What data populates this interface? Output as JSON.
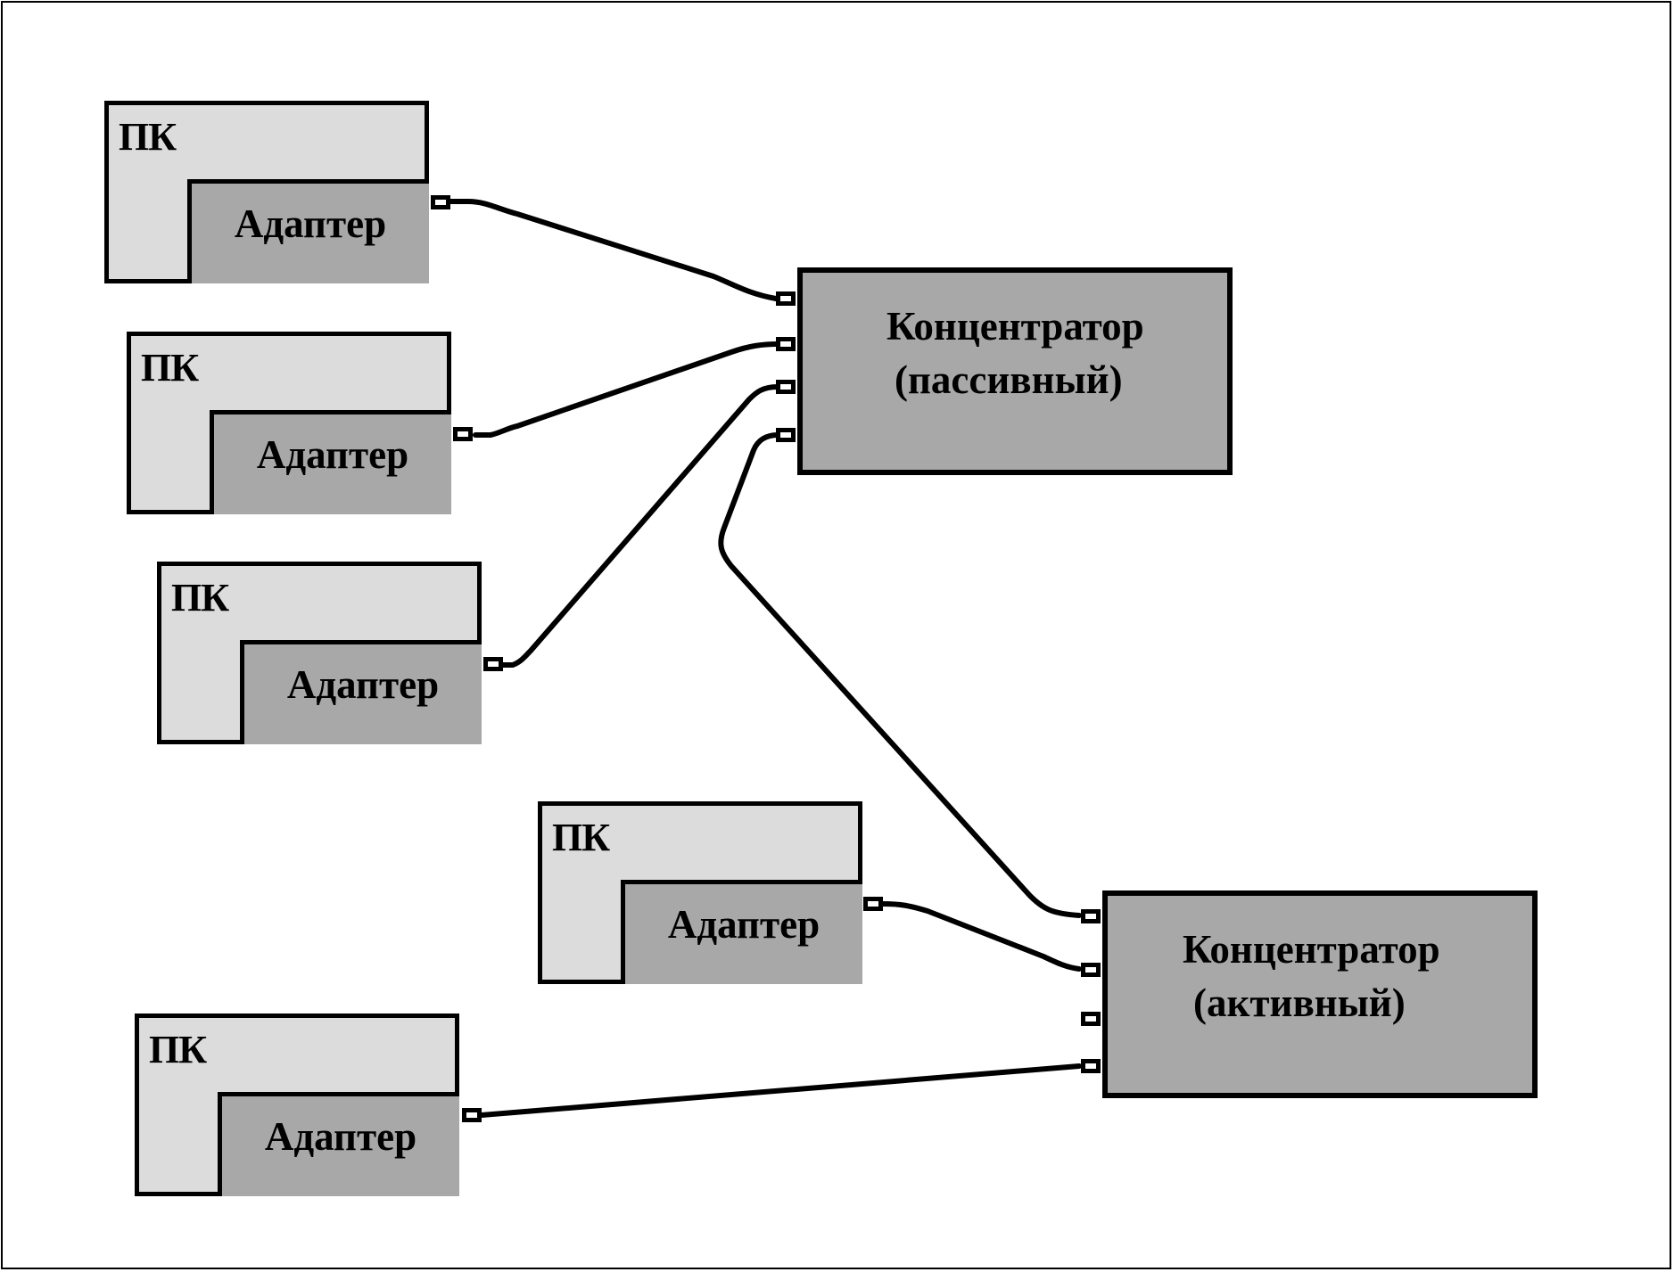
{
  "pcs": [
    {
      "label": "ПК",
      "adapter": "Адаптер"
    },
    {
      "label": "ПК",
      "adapter": "Адаптер"
    },
    {
      "label": "ПК",
      "adapter": "Адаптер"
    },
    {
      "label": "ПК",
      "adapter": "Адаптер"
    },
    {
      "label": "ПК",
      "adapter": "Адаптер"
    }
  ],
  "hubs": {
    "passive": {
      "title": "Концентратор",
      "subtitle": "(пассивный)"
    },
    "active": {
      "title": "Концентратор",
      "subtitle": "(активный)"
    }
  },
  "colors": {
    "pc_fill": "#dcdcdc",
    "adapter_fill": "#a8a8a8",
    "hub_fill": "#a8a8a8",
    "line": "#000000"
  }
}
